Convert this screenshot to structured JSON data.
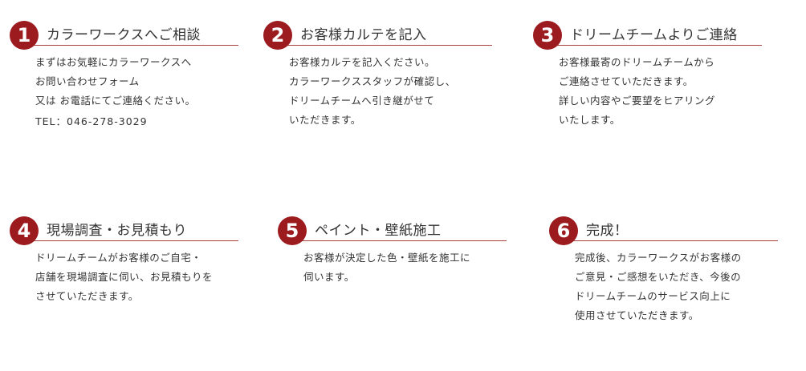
{
  "theme": {
    "accent": "#9b1b1f",
    "rule": "#a8413f"
  },
  "steps": [
    {
      "number": "1",
      "title": "カラーワークスへご相談",
      "lines": [
        "まずはお気軽にカラーワークスへ",
        "お問い合わせフォーム",
        "又は お電話にてご連絡ください。"
      ],
      "tel": "TEL：046-278-3029"
    },
    {
      "number": "2",
      "title": "お客様カルテを記入",
      "lines": [
        "お客様カルテを記入ください。",
        "カラーワークススタッフが確認し、",
        "ドリームチームへ引き継がせて",
        "いただきます。"
      ]
    },
    {
      "number": "3",
      "title": "ドリームチームよりご連絡",
      "lines": [
        "お客様最寄のドリームチームから",
        "ご連絡させていただきます。",
        "詳しい内容やご要望をヒアリング",
        "いたします。"
      ]
    },
    {
      "number": "4",
      "title": "現場調査・お見積もり",
      "lines": [
        "ドリームチームがお客様のご自宅・",
        "店舗を現場調査に伺い、お見積もりを",
        "させていただきます。"
      ]
    },
    {
      "number": "5",
      "title": "ペイント・壁紙施工",
      "lines": [
        "お客様が決定した色・壁紙を施工に",
        "伺います。"
      ]
    },
    {
      "number": "6",
      "title": "完成！",
      "lines": [
        "完成後、カラーワークスがお客様の",
        "ご意見・ご感想をいただき、今後の",
        "ドリームチームのサービス向上に",
        "使用させていただきます。"
      ]
    }
  ]
}
